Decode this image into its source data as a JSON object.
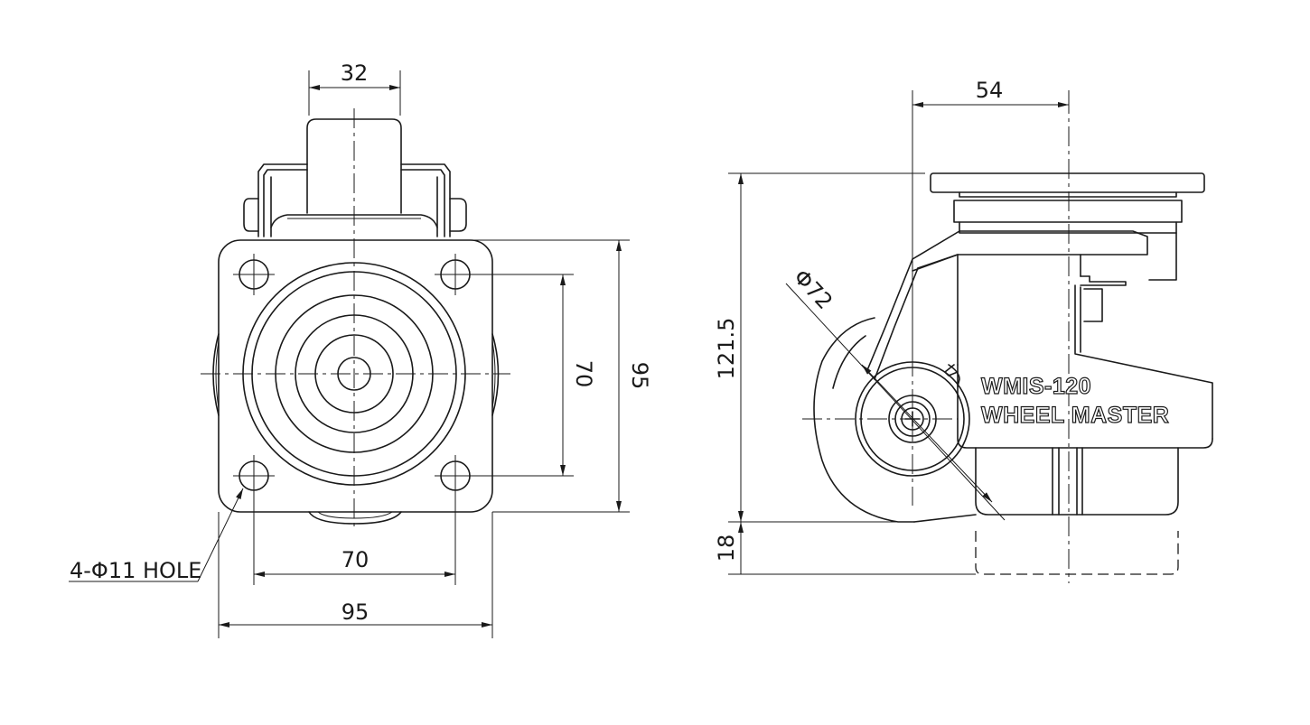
{
  "front_view": {
    "top_width": "32",
    "hole_spacing_h": "70",
    "plate_width": "95",
    "hole_spacing_v": "70",
    "plate_height": "95",
    "hole_note": "4-Φ11 HOLE"
  },
  "side_view": {
    "offset": "54",
    "height": "121.5",
    "adjust": "18",
    "wheel_dia": "Φ72",
    "model": "WMIS-120",
    "brand": "WHEEL MASTER"
  }
}
